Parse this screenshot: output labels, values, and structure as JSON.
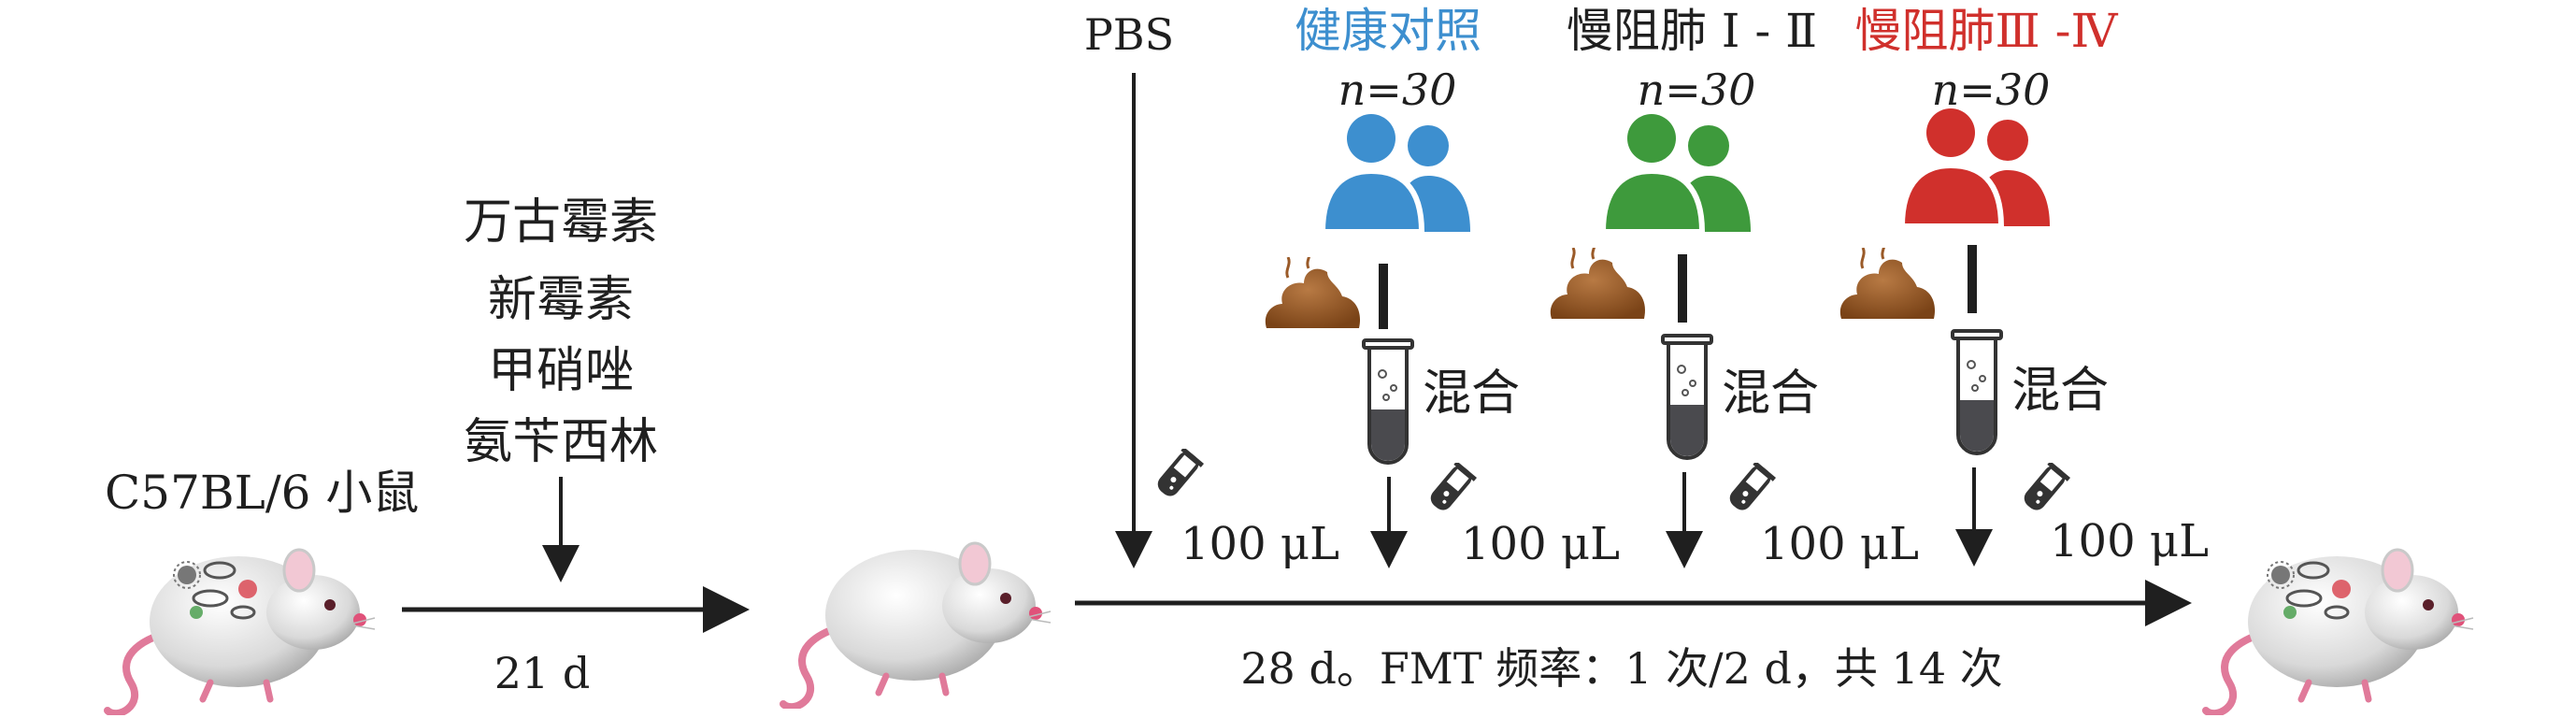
{
  "mouse_label": "C57BL/6 小鼠",
  "antibiotics": [
    "万古霉素",
    "新霉素",
    "甲硝唑",
    "氨苄西林"
  ],
  "step1_duration": "21 d",
  "control_label": "PBS",
  "groups": [
    {
      "label": "健康对照",
      "n": "n=30",
      "color": "#3d8fcf"
    },
    {
      "label": "慢阻肺 Ⅰ - Ⅱ",
      "n": "n=30",
      "color": "#3e9a3c"
    },
    {
      "label": "慢阻肺Ⅲ -Ⅳ",
      "n": "n=30",
      "color": "#d0302c"
    }
  ],
  "mix_label": "混合",
  "dose_label": "100 μL",
  "step2_description": "28 d。FMT 频率：1 次/2 d，共 14 次",
  "colors": {
    "line": "#1f1f1f",
    "stool": "#9a5a28",
    "tube_fill": "#4a4a4e",
    "mouse_tail": "#e07a9a",
    "mouse_body": "#e6e6e6"
  }
}
